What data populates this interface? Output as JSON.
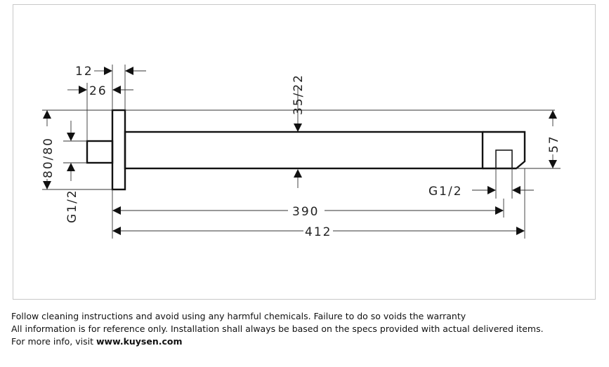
{
  "diagram": {
    "dims": {
      "d12": "12",
      "d26": "26",
      "d35_22": "35/22",
      "d80_80": "80/80",
      "g12_left": "G1/2",
      "g12_right": "G1/2",
      "d57": "57",
      "d390": "390",
      "d412": "412"
    }
  },
  "notes": {
    "line1": "Follow cleaning instructions and avoid using any harmful chemicals. Failure to do so voids the warranty",
    "line2": "All information is for reference only. Installation shall always be based on the specs provided with actual delivered items.",
    "line3_prefix": "For more info, visit ",
    "line3_link": "www.kuysen.com"
  }
}
